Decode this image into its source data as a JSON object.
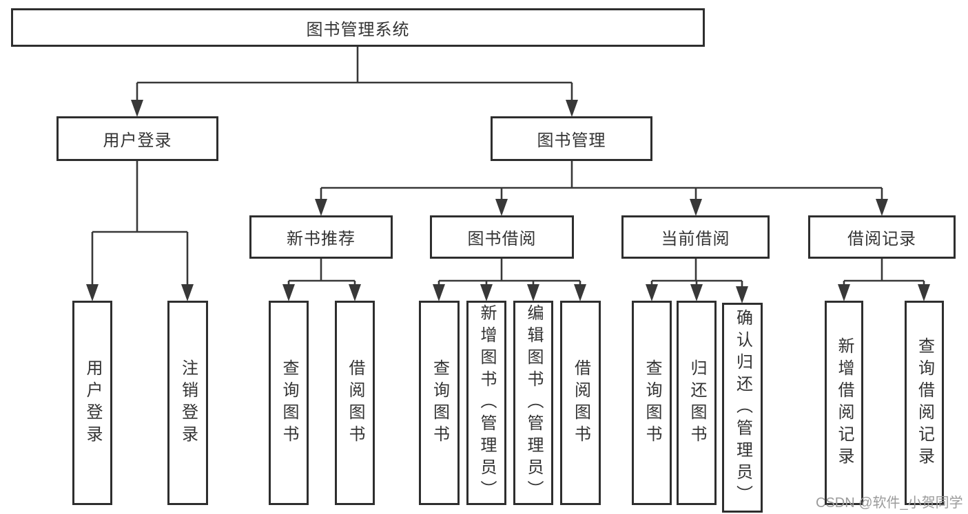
{
  "tree": {
    "root": {
      "label": "图书管理系统"
    },
    "level2": [
      {
        "label": "用户登录",
        "children": [
          "用户登录",
          "注销登录"
        ]
      },
      {
        "label": "图书管理"
      }
    ],
    "level3": [
      {
        "label": "新书推荐",
        "children": [
          "查询图书",
          "借阅图书"
        ]
      },
      {
        "label": "图书借阅",
        "children": [
          "查询图书",
          "新增图书（管理员）",
          "编辑图书（管理员）",
          "借阅图书"
        ]
      },
      {
        "label": "当前借阅",
        "children": [
          "查询图书",
          "归还图书",
          "确认归还（管理员）"
        ]
      },
      {
        "label": "借阅记录",
        "children": [
          "新增借阅记录",
          "查询借阅记录"
        ]
      }
    ]
  },
  "watermark": {
    "text": "CSDN @软件_小贺同学"
  },
  "colors": {
    "line": "#383838",
    "box_border": "#2e2e2e",
    "text": "#333333",
    "watermark": "#9b9b9b",
    "background": "#ffffff"
  }
}
